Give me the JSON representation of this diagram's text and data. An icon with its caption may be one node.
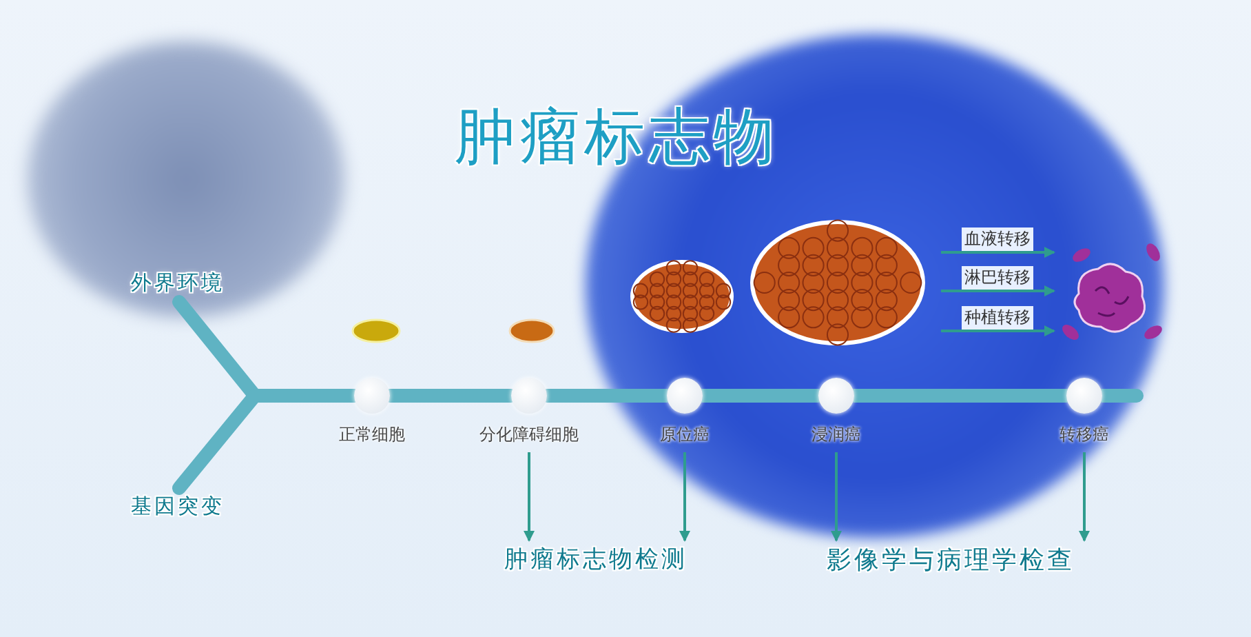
{
  "diagram": {
    "title": "肿瘤标志物",
    "nodes": [
      {
        "text": [
          "外界环境"
        ]
      },
      {
        "text": [
          "基因突变"
        ]
      },
      {
        "text": [],
        "shape": "circle",
        "beside": [
          "正常细胞"
        ]
      },
      {
        "text": [],
        "shape": "circle",
        "beside": [
          "分化障碍细胞"
        ]
      },
      {
        "text": [],
        "shape": "circle",
        "beside": [
          "原位癌"
        ]
      },
      {
        "text": [],
        "shape": "circle",
        "beside": [
          "浸润癌"
        ]
      },
      {
        "text": [],
        "shape": "circle",
        "beside": [
          "转移癌"
        ]
      },
      {
        "text": [
          "肿瘤标志物检测"
        ]
      },
      {
        "text": [
          "影像学与病理学检查"
        ]
      },
      {
        "text": [],
        "shape": "picture"
      }
    ],
    "edges": [
      {
        "from": 0,
        "to": 2,
        "arrow": "none",
        "style": "thick"
      },
      {
        "from": 1,
        "to": 2,
        "arrow": "none",
        "style": "thick"
      },
      {
        "from": 2,
        "to": 3,
        "arrow": "none",
        "style": "thick"
      },
      {
        "from": 3,
        "to": 4,
        "arrow": "none",
        "style": "thick"
      },
      {
        "from": 4,
        "to": 5,
        "arrow": "none",
        "style": "thick"
      },
      {
        "from": 5,
        "to": 6,
        "arrow": "none",
        "style": "thick"
      },
      {
        "from": 3,
        "to": 7,
        "arrow": "to"
      },
      {
        "from": 4,
        "to": 7,
        "arrow": "to"
      },
      {
        "from": 5,
        "to": 8,
        "arrow": "to"
      },
      {
        "from": 6,
        "to": 8,
        "arrow": "to"
      },
      {
        "from": null,
        "to": 9,
        "arrow": "to",
        "label": "血液转移"
      },
      {
        "from": null,
        "to": 9,
        "arrow": "to",
        "label": "淋巴转移"
      },
      {
        "from": null,
        "to": 9,
        "arrow": "to",
        "label": "种植转移"
      }
    ]
  }
}
